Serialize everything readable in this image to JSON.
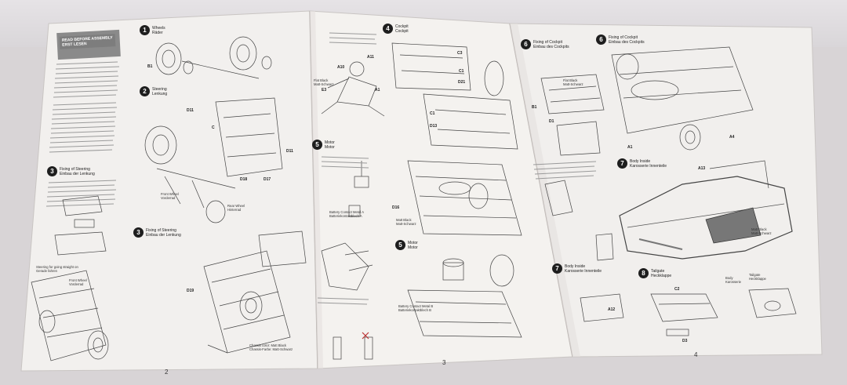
{
  "booklet": {
    "pages": [
      {
        "number": "2",
        "warning": "READ BEFORE ASSEMBLY\nERST LESEN",
        "steps": [
          {
            "num": "1",
            "title": "Wheels\nRäder"
          },
          {
            "num": "2",
            "title": "Steering\nLenkung"
          },
          {
            "num": "3",
            "title": "Fixing of Steering\nEinbau der Lenkung"
          },
          {
            "num": "3",
            "title": "Fixing of Steering\nEinbau der Lenkung"
          }
        ],
        "parts": [
          "B1",
          "D11",
          "D18",
          "D17",
          "D19",
          "D11",
          "C"
        ],
        "captions": [
          "Front Wheel\nVorderrad",
          "Rear Wheel\nHinterrad",
          "Front Wheel\nVorderrad",
          "Steering for going straight on\nGerade fahren",
          "Chassis color: Matt Black\nChassis-Farbe: Matt-Schwarz"
        ]
      },
      {
        "number": "3",
        "steps": [
          {
            "num": "4",
            "title": "Cockpit\nCockpit"
          },
          {
            "num": "5",
            "title": "Motor\nMotor"
          },
          {
            "num": "5",
            "title": "Motor\nMotor"
          }
        ],
        "parts": [
          "A10",
          "A11",
          "A1",
          "C3",
          "C1",
          "D21",
          "D13",
          "D16",
          "C1",
          "E3"
        ],
        "captions": [
          "Flat Black\nMatt-Schwarz",
          "Battery Contact Metal A\nBatteriekontaktblech A",
          "Battery Contact Metal B\nBatteriekontaktblech B",
          "Matt Black\nMatt-Schwarz"
        ]
      },
      {
        "number": "4",
        "steps": [
          {
            "num": "6",
            "title": "Fixing of Cockpit\nEinbau des Cockpits"
          },
          {
            "num": "6",
            "title": "Fixing of Cockpit\nEinbau des Cockpits"
          },
          {
            "num": "7",
            "title": "Body Inside\nKarosserie Innenteile"
          },
          {
            "num": "7",
            "title": "Body Inside\nKarosserie Innenteile"
          },
          {
            "num": "8",
            "title": "Tailgate\nHeckklappe"
          }
        ],
        "parts": [
          "D1",
          "A1",
          "A12",
          "A13",
          "C2",
          "D3",
          "A4",
          "B1"
        ],
        "captions": [
          "Flat Black\nMatt-Schwarz",
          "Matt Black\nMatt-Schwarz",
          "Tailgate\nHeckklappe",
          "Body\nKarosserie"
        ]
      }
    ]
  }
}
